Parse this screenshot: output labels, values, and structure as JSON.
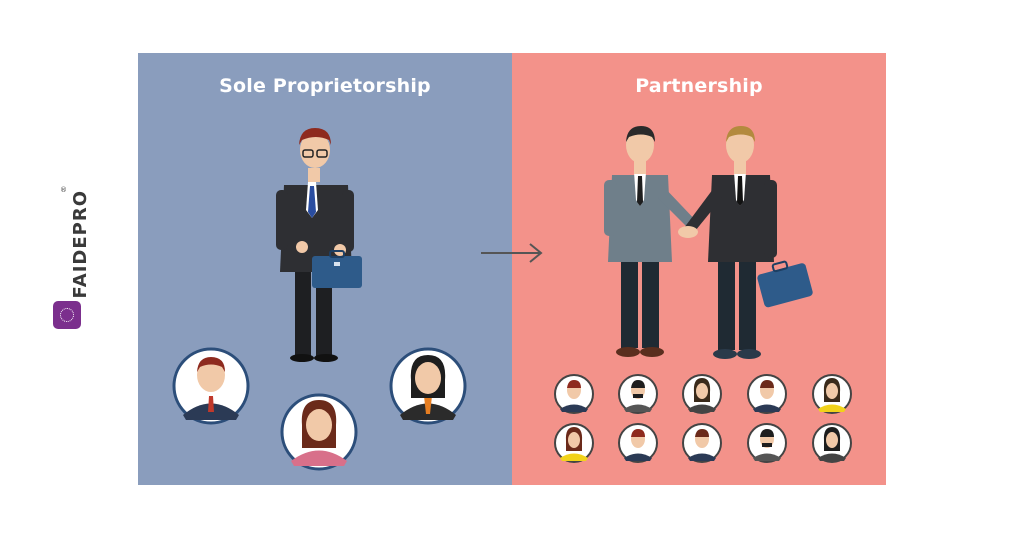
{
  "left_panel": {
    "title": "Sole Proprietorship"
  },
  "right_panel": {
    "title": "Partnership"
  },
  "brand": {
    "name": "FAIDEPRO",
    "mark": "®"
  },
  "colors": {
    "left_bg": "#8a9dbd",
    "right_bg": "#f3928a",
    "brand": "#7b2f8d",
    "suit_dark": "#2e2f33",
    "suit_grey": "#6f7f8a"
  }
}
